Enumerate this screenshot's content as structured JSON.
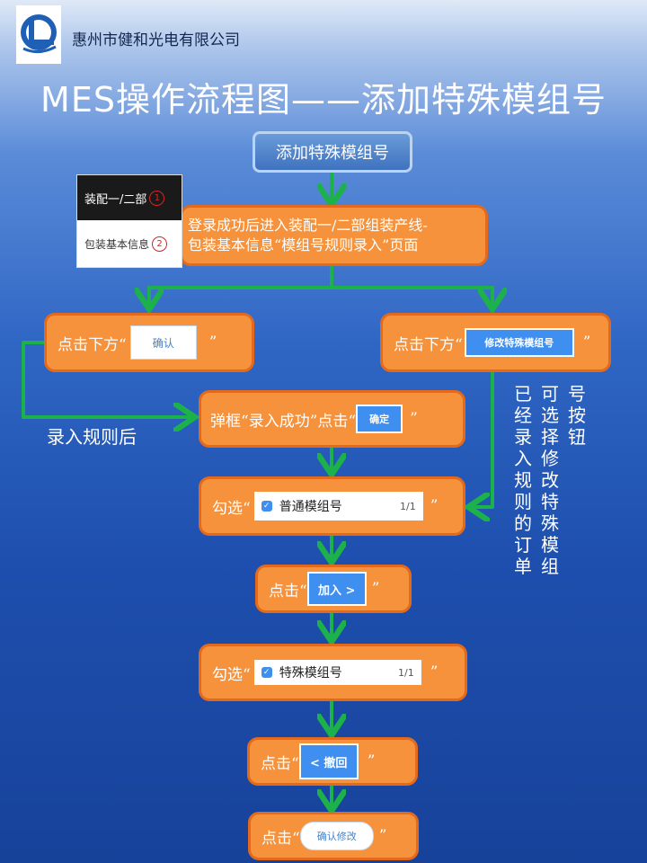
{
  "header": {
    "company": "惠州市健和光电有限公司",
    "title": "MES操作流程图——添加特殊模组号"
  },
  "flow": {
    "start": "添加特殊模组号",
    "login_line1": "登录成功后进入装配一/二部组装产线-",
    "login_line2": "包装基本信息“模组号规则录入”页面",
    "inset_menu1": "装配一/二部",
    "inset_num1": "1",
    "inset_menu2": "包装基本信息",
    "inset_num2": "2",
    "left_click_prefix": "点击下方“",
    "left_click_button": "确认",
    "right_click_prefix": "点击下方“",
    "right_click_button": "修改特殊模组号",
    "quote_close": "”",
    "popup_prefix": "弹框“录入成功”点击“",
    "popup_button": "确定",
    "after_entry_label": "录入规则后",
    "select_prefix": "勾选“",
    "select_normal_label": "普通模组号",
    "select_normal_count": "1/1",
    "add_prefix": "点击“",
    "add_button": "加入 >",
    "select_special_label": "特殊模组号",
    "select_special_count": "1/1",
    "revoke_prefix": "点击“",
    "revoke_button": "< 撤回",
    "confirm_prefix": "点击“",
    "confirm_button": "确认修改",
    "side_col1": "已经录入规则的订单",
    "side_col2": "可选择修改特殊模组",
    "side_col3": "号按钮"
  },
  "colors": {
    "box_fill": "#f5923b",
    "box_border": "#e36a1c",
    "arrow": "#1db14b",
    "button_blue": "#3f8ff0"
  }
}
